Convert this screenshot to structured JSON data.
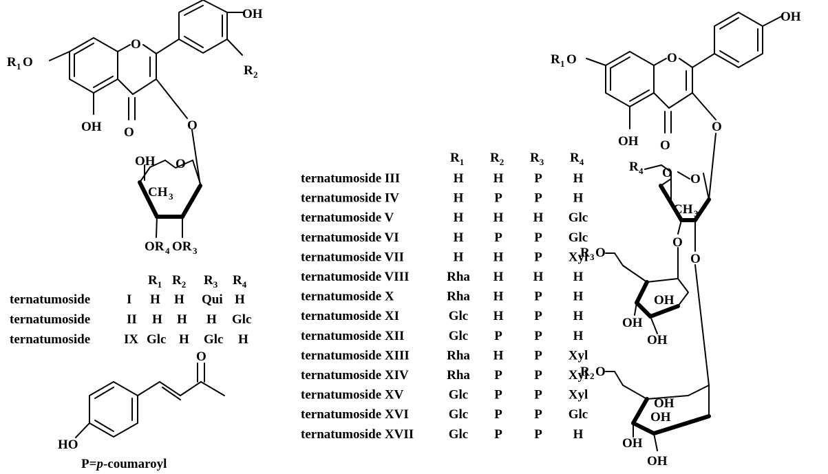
{
  "labels": {
    "oh": "OH",
    "o": "O",
    "r": "R",
    "o_r": "OR",
    "ch": "CH",
    "sub1": "1",
    "sub2": "2",
    "sub3": "3",
    "sub4": "4",
    "coumaroyl_prefix": "P=",
    "coumaroyl_p": "p",
    "coumaroyl_suffix": "-coumaroyl"
  },
  "left_table": {
    "headers": [
      "R1",
      "R2",
      "R3",
      "R4"
    ],
    "rows": [
      {
        "name": "ternatumoside",
        "num": "I",
        "r1": "H",
        "r2": "H",
        "r3": "Qui",
        "r4": "H"
      },
      {
        "name": "ternatumoside",
        "num": "II",
        "r1": "H",
        "r2": "H",
        "r3": "H",
        "r4": "Glc"
      },
      {
        "name": "ternatumoside",
        "num": "IX",
        "r1": "Glc",
        "r2": "H",
        "r3": "Glc",
        "r4": "H"
      }
    ]
  },
  "right_table": {
    "headers": [
      "R1",
      "R2",
      "R3",
      "R4"
    ],
    "rows": [
      {
        "name": "ternatumoside III",
        "r1": "H",
        "r2": "H",
        "r3": "P",
        "r4": "H"
      },
      {
        "name": "ternatumoside IV",
        "r1": "H",
        "r2": "P",
        "r3": "P",
        "r4": "H"
      },
      {
        "name": "ternatumoside V",
        "r1": "H",
        "r2": "H",
        "r3": "H",
        "r4": "Glc"
      },
      {
        "name": "ternatumoside VI",
        "r1": "H",
        "r2": "P",
        "r3": "P",
        "r4": "Glc"
      },
      {
        "name": "ternatumoside VII",
        "r1": "H",
        "r2": "H",
        "r3": "P",
        "r4": "Xyl"
      },
      {
        "name": "ternatumoside VIII",
        "r1": "Rha",
        "r2": "H",
        "r3": "H",
        "r4": "H"
      },
      {
        "name": "ternatumoside X",
        "r1": "Rha",
        "r2": "H",
        "r3": "P",
        "r4": "H"
      },
      {
        "name": "ternatumoside XI",
        "r1": "Glc",
        "r2": "H",
        "r3": "P",
        "r4": "H"
      },
      {
        "name": "ternatumoside XII",
        "r1": "Glc",
        "r2": "P",
        "r3": "P",
        "r4": "H"
      },
      {
        "name": "ternatumoside XIII",
        "r1": "Rha",
        "r2": "H",
        "r3": "P",
        "r4": "Xyl"
      },
      {
        "name": "ternatumoside XIV",
        "r1": "Rha",
        "r2": "P",
        "r3": "P",
        "r4": "Xyl"
      },
      {
        "name": "ternatumoside XV",
        "r1": "Glc",
        "r2": "P",
        "r3": "P",
        "r4": "Xyl"
      },
      {
        "name": "ternatumoside XVI",
        "r1": "Glc",
        "r2": "P",
        "r3": "P",
        "r4": "Glc"
      },
      {
        "name": "ternatumoside XVII",
        "r1": "Glc",
        "r2": "P",
        "r3": "P",
        "r4": "H"
      }
    ]
  }
}
